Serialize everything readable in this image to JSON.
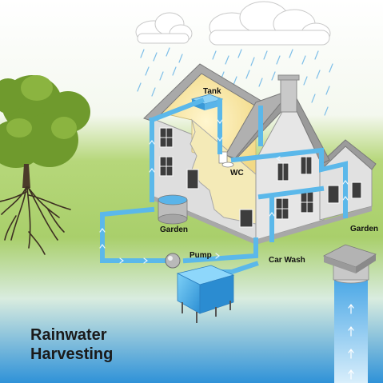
{
  "diagram": {
    "title_line1": "Rainwater",
    "title_line2": "Harvesting",
    "labels": {
      "tank": "Tank",
      "wc": "WC",
      "garden_left": "Garden",
      "garden_right": "Garden",
      "pump": "Pump",
      "car_wash": "Car Wash"
    }
  },
  "colors": {
    "sky": "#ffffff",
    "grass": "#9fc94a",
    "water_bottom": "#2a8fd6",
    "pipe": "#5bb8ea",
    "house_wall": "#dcdcdc",
    "roof": "#9e9e9e",
    "attic_glow": "#f7e7a8",
    "tree": "#6f9a2d"
  }
}
